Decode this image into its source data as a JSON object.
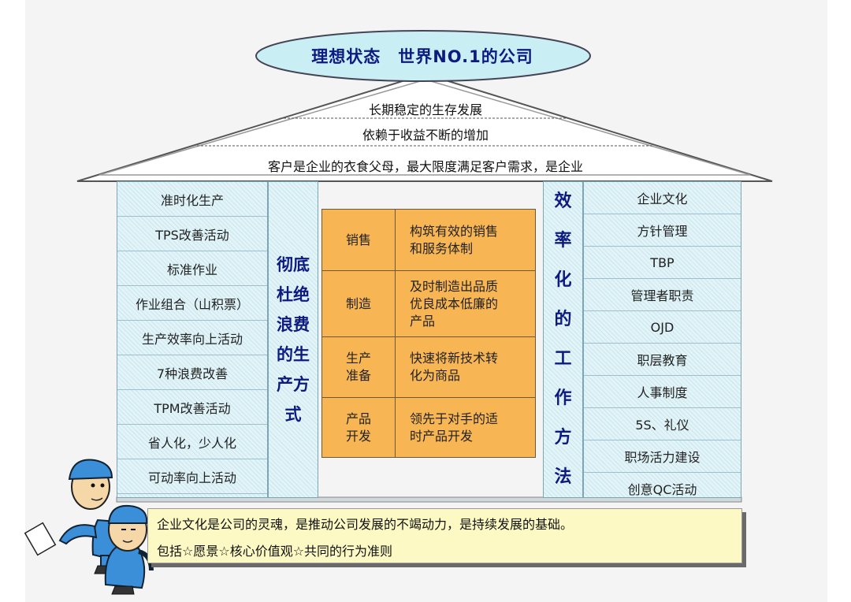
{
  "title": "理想状态　世界NO.1的公司",
  "roof_lines": [
    "长期稳定的生存发展",
    "依赖于收益不断的增加",
    "客户是企业的衣食父母，最大限度满足客户需求，是企业"
  ],
  "left_items": [
    "准时化生产",
    "TPS改善活动",
    "标准作业",
    "作业组合（山积票）",
    "生产效率向上活动",
    "7种浪费改善",
    "TPM改善活动",
    "省人化，少人化",
    "可动率向上活动"
  ],
  "left_pillar": [
    "彻底",
    "杜绝",
    "浪费",
    "的生",
    "产方",
    "式"
  ],
  "right_pillar": [
    "效",
    "率",
    "化",
    "的",
    "工",
    "作",
    "方",
    "法"
  ],
  "right_items": [
    "企业文化",
    "方针管理",
    "TBP",
    "管理者职责",
    "OJD",
    "职层教育",
    "人事制度",
    "5S、礼仪",
    "职场活力建设",
    "创意QC活动"
  ],
  "center_rows": [
    {
      "label": [
        "销售"
      ],
      "desc": [
        "构筑有效的销售",
        "和服务体制"
      ]
    },
    {
      "label": [
        "制造"
      ],
      "desc": [
        "及时制造出品质",
        "优良成本低廉的",
        "产品"
      ]
    },
    {
      "label": [
        "生产",
        "准备"
      ],
      "desc": [
        "快速将新技术转",
        "化为商品"
      ]
    },
    {
      "label": [
        "产品",
        "开发"
      ],
      "desc": [
        "领先于对手的适",
        "时产品开发"
      ]
    }
  ],
  "banner_lines": [
    "企业文化是公司的灵魂，是推动公司发展的不竭动力，是持续发展的基础。",
    "包括☆愿景☆核心价值观☆共同的行为准则"
  ],
  "colors": {
    "title_text": "#0d1a80",
    "ellipse_fill": "#c9eef3",
    "grid_fill": "#f7b553",
    "pillar_fill": "#e2f4f8",
    "banner_fill": "#fdf9c4",
    "worker_blue": "#3a8fd8"
  },
  "icons": [
    "worker-left-icon",
    "worker-right-icon"
  ]
}
